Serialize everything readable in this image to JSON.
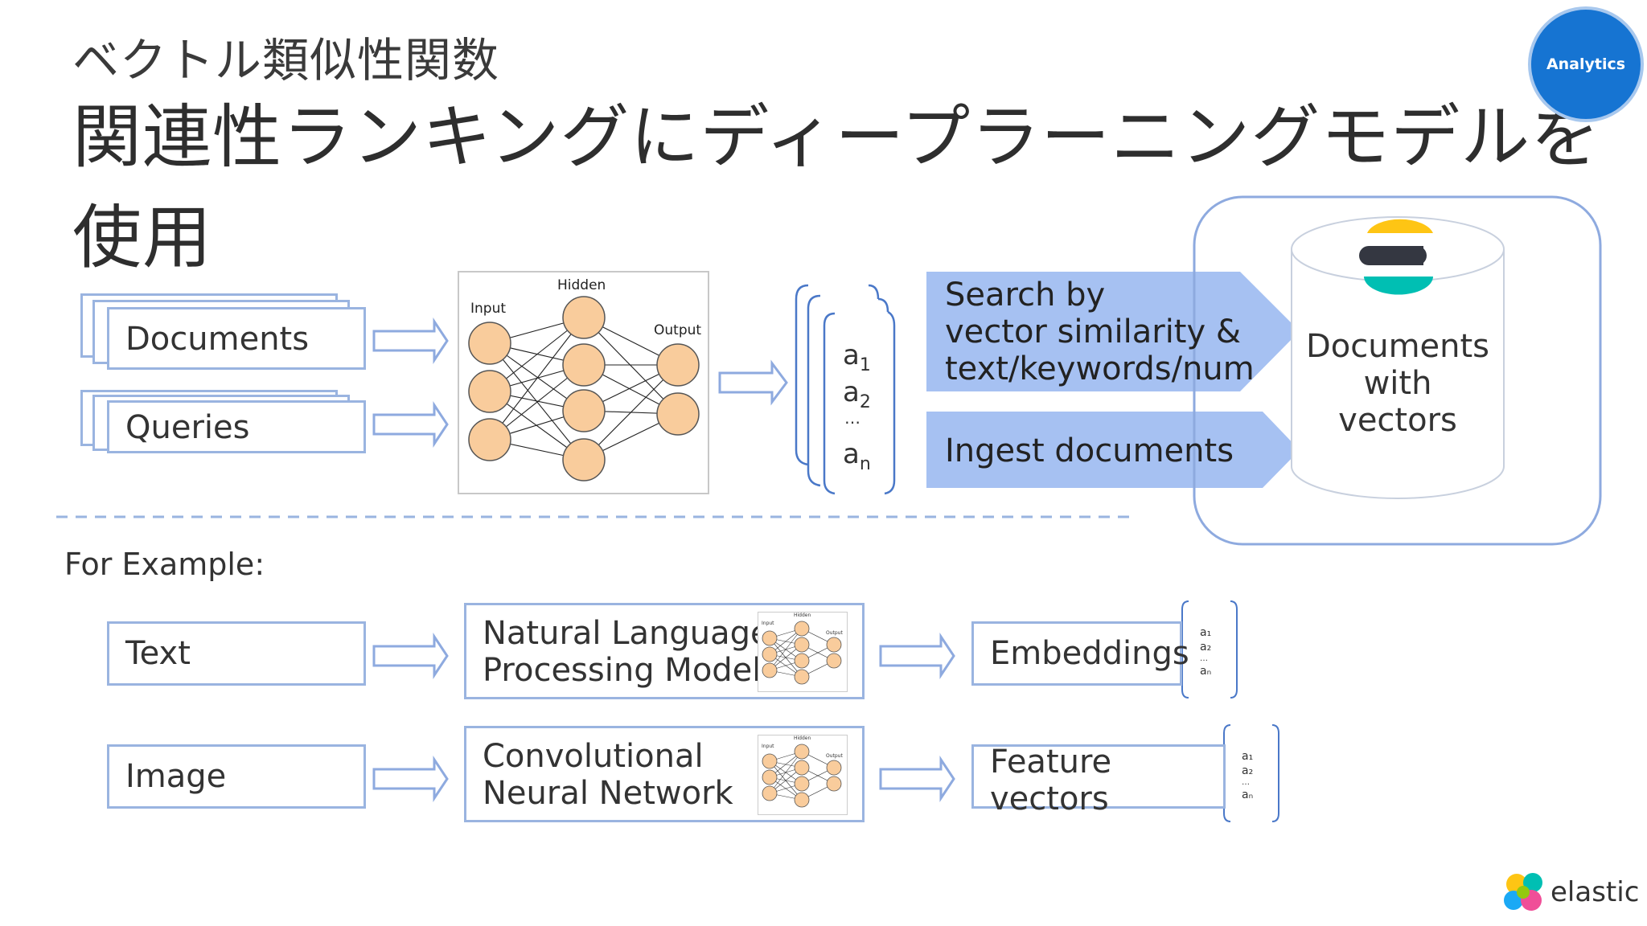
{
  "header": {
    "subtitle": "ベクトル類似性関数",
    "title": "関連性ランキングにディープラーニングモデルを使用",
    "badge": "Analytics"
  },
  "top_flow": {
    "inputs": [
      "Documents",
      "Queries"
    ],
    "nn_labels": {
      "input": "Input",
      "hidden": "Hidden",
      "output": "Output"
    },
    "vector": {
      "a1": "a",
      "a1_sub": "1",
      "a2": "a",
      "a2_sub": "2",
      "dots": "…",
      "an": "a",
      "an_sub": "n"
    },
    "search_arrow": [
      "Search by",
      "vector similarity &",
      "text/keywords/num"
    ],
    "ingest_arrow": "Ingest documents",
    "cylinder_label": [
      "Documents",
      "with",
      "vectors"
    ]
  },
  "for_example": {
    "label": "For Example:",
    "rows": [
      {
        "input": "Text",
        "model": [
          "Natural Language",
          "Processing Model"
        ],
        "output": [
          "Embeddings"
        ]
      },
      {
        "input": "Image",
        "model": [
          "Convolutional",
          "Neural Network"
        ],
        "output": [
          "Feature",
          "vectors"
        ]
      }
    ],
    "mini_vector": [
      "a₁",
      "a₂",
      "…",
      "aₙ"
    ],
    "mini_nn_labels": {
      "input": "Input",
      "hidden": "Hidden",
      "output": "Output"
    }
  },
  "footer": {
    "logo_text": "elastic"
  },
  "colors": {
    "accent_blue": "#1674d2",
    "box_border": "#9ab4e0",
    "arrow_fill": "#a6c1f2",
    "node_fill": "#f9cc9c",
    "elastic_yellow": "#fec514",
    "elastic_dark": "#343741",
    "elastic_teal": "#00bfb3"
  }
}
